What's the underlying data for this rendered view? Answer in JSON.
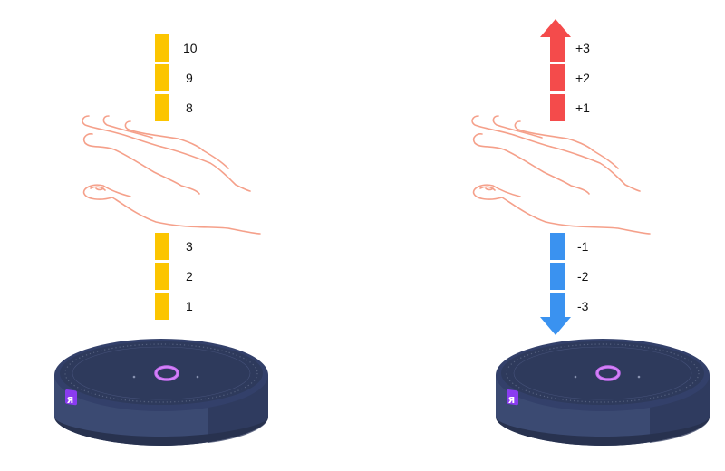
{
  "colors": {
    "volume_bar": "#fcc500",
    "increase": "#f44b4b",
    "decrease": "#3a92f0",
    "hand_outline": "#f5a08a",
    "speaker_body": "#3b4a72",
    "speaker_top": "#2e3a5c",
    "alice_ring": "#c86cf2",
    "logo_badge": "#8a3cf0"
  },
  "left_panel": {
    "levels_above": [
      "10",
      "9",
      "8"
    ],
    "levels_below": [
      "3",
      "2",
      "1"
    ]
  },
  "right_panel": {
    "increase_steps": [
      "+3",
      "+2",
      "+1"
    ],
    "decrease_steps": [
      "-1",
      "-2",
      "-3"
    ]
  },
  "speaker": {
    "badge_letter": "Я"
  },
  "icons": [
    "hand-gesture-icon",
    "smart-speaker-icon",
    "arrow-up-icon",
    "arrow-down-icon",
    "alice-ring-icon"
  ]
}
